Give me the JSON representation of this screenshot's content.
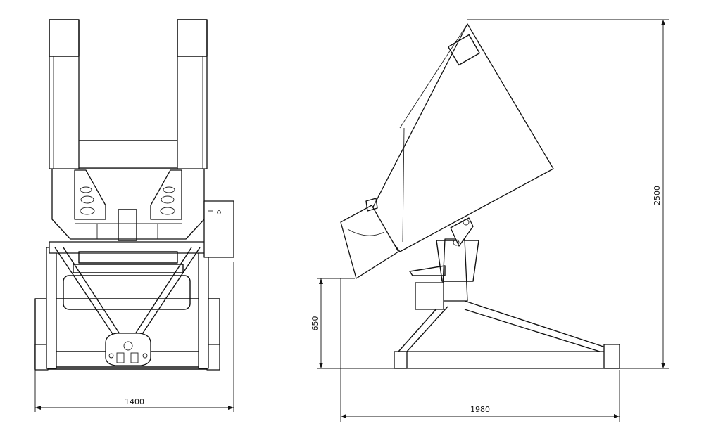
{
  "dimensions": {
    "front_width": "1400",
    "side_length": "1980",
    "total_height": "2500",
    "inlet_height": "650"
  },
  "colors": {
    "line": "#111111",
    "background": "#ffffff"
  }
}
